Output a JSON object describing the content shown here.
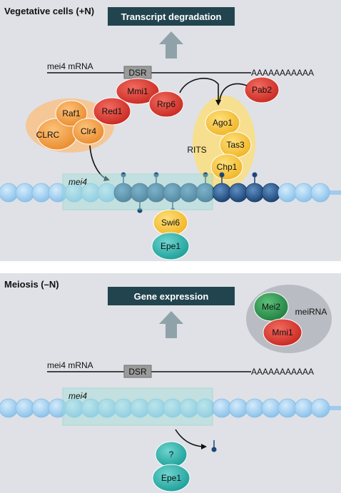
{
  "panel_top": {
    "heading": "Vegetative cells (+N)",
    "banner": "Transcript degradation",
    "mrna_label": "mei4 mRNA",
    "dsr_label": "DSR",
    "polya": "AAAAAAAAAAA",
    "proteins": {
      "pab2": "Pab2",
      "mmi1": "Mmi1",
      "red1": "Red1",
      "rrp6": "Rrp6",
      "raf1": "Raf1",
      "clr4": "Clr4",
      "clrc": "CLRC",
      "ago1": "Ago1",
      "tas3": "Tas3",
      "chp1": "Chp1",
      "rits": "RITS",
      "swi6": "Swi6",
      "epe1": "Epe1"
    },
    "locus_label": "mei4"
  },
  "panel_bottom": {
    "heading": "Meiosis (–N)",
    "banner": "Gene expression",
    "mrna_label": "mei4 mRNA",
    "dsr_label": "DSR",
    "polya": "AAAAAAAAAAA",
    "proteins": {
      "mei2": "Mei2",
      "meirna": "meiRNA",
      "mmi1": "Mmi1",
      "unknown": "?",
      "epe1": "Epe1"
    },
    "locus_label": "mei4"
  },
  "colors": {
    "panel_bg": "#dfe1e6",
    "banner": "#22444f",
    "nucleosome": "#a9d2f1",
    "nucleosome_methylated": "#2f5f90",
    "red_protein": "#e2433a",
    "orange_protein": "#f3a24a",
    "yellow_protein": "#f7c53c",
    "teal_protein": "#29b3ac",
    "green_protein": "#2f9a52",
    "locus_box": "#9edfd8"
  }
}
